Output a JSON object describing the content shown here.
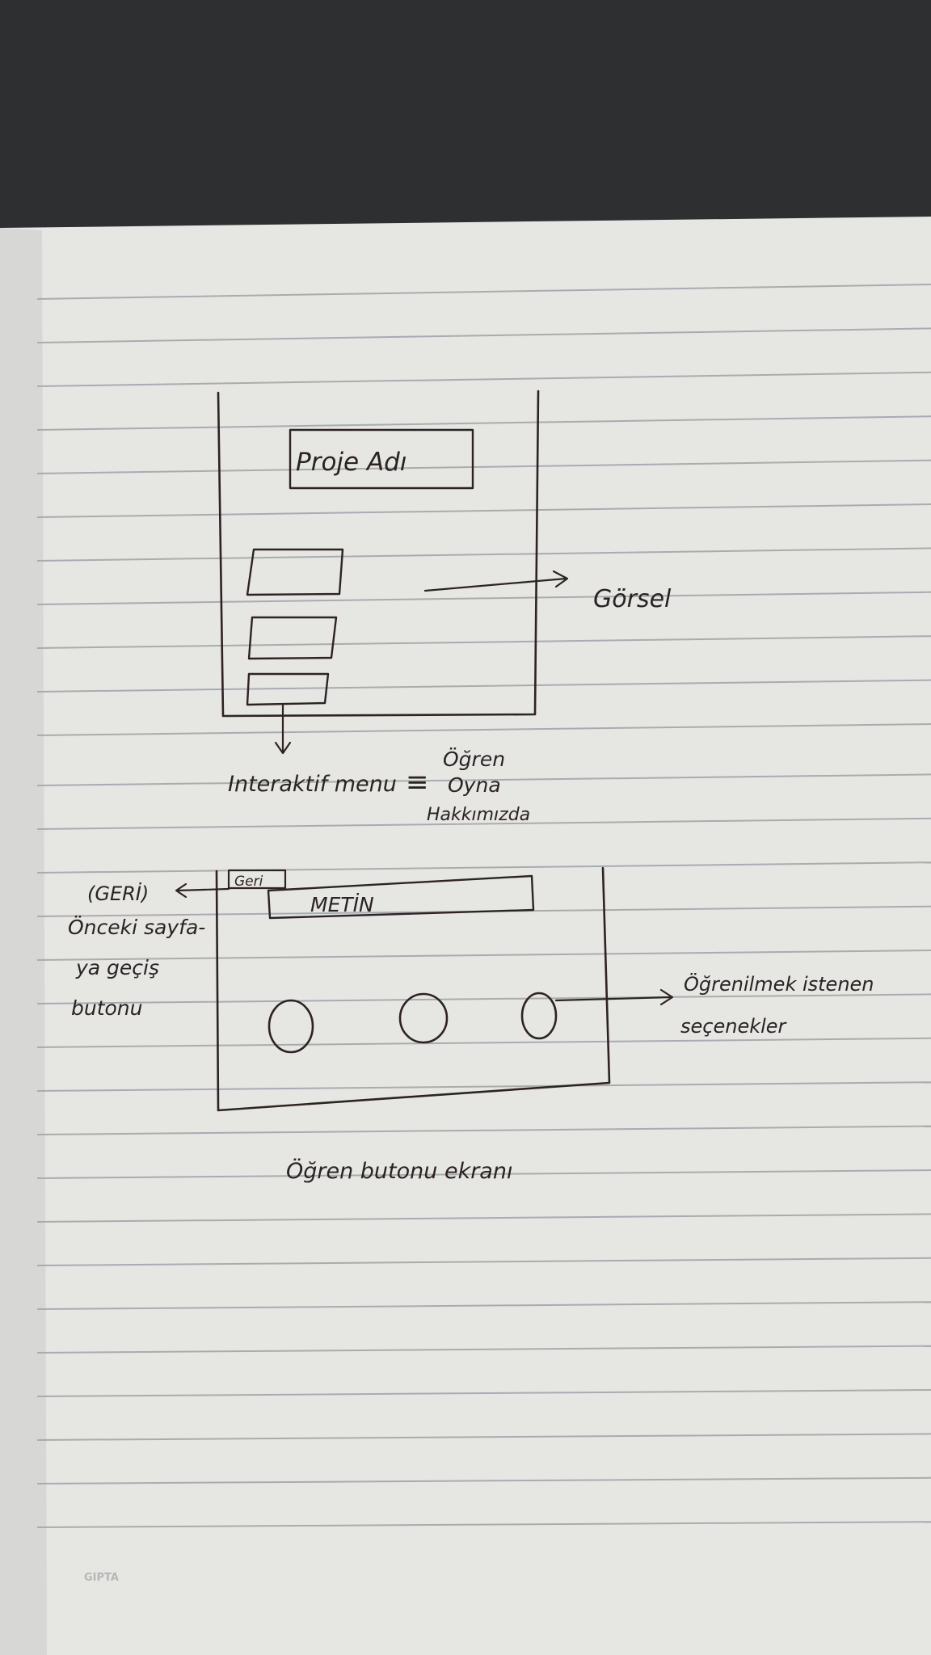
{
  "sketch1": {
    "title_box": "Proje Adı",
    "visual_label": "Görsel",
    "menu_label": "Interaktif menu",
    "equals_sign": "≡",
    "menu_items": [
      "Öğren",
      "Oyna",
      "Hakkımızda"
    ]
  },
  "sketch2": {
    "back_button": "Geri",
    "text_box": "METİN",
    "back_note": [
      "(GERİ)",
      "Önceki sayfa-",
      "ya geçiş",
      "butonu"
    ],
    "options_note": [
      "Öğrenilmek istenen",
      "seçenekler"
    ],
    "caption": "Öğren butonu ekranı"
  },
  "notebook": {
    "brand": "GIPTA"
  }
}
